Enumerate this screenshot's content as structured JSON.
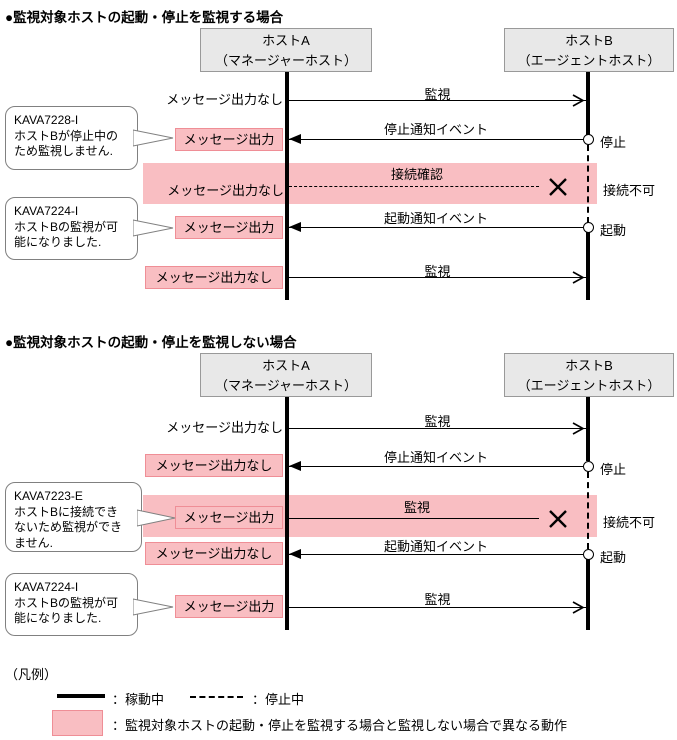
{
  "colors": {
    "pink_fill": "#F9BEC2",
    "pink_border": "#EF8E96",
    "host_fill": "#E8E8E8",
    "host_border": "#999999"
  },
  "diagram1": {
    "title": "●監視対象ホストの起動・停止を監視する場合",
    "hostA": {
      "line1": "ホストA",
      "line2": "（マネージャーホスト）"
    },
    "hostB": {
      "line1": "ホストB",
      "line2": "（エージェントホスト）"
    },
    "rows": [
      {
        "msg": "メッセージ出力なし",
        "arrow_label": "監視"
      },
      {
        "msg": "メッセージ出力",
        "arrow_label": "停止通知イベント",
        "endpoint": "停止"
      },
      {
        "msg": "メッセージ出力なし",
        "arrow_label": "接続確認",
        "note": "接続不可"
      },
      {
        "msg": "メッセージ出力",
        "arrow_label": "起動通知イベント",
        "endpoint": "起動"
      },
      {
        "msg": "メッセージ出力なし",
        "arrow_label": "監視"
      }
    ],
    "callouts": [
      {
        "text": "KAVA7228-I\nホストBが停止中の\nため監視しません."
      },
      {
        "text": "KAVA7224-I\nホストBの監視が可\n能になりました."
      }
    ]
  },
  "diagram2": {
    "title": "●監視対象ホストの起動・停止を監視しない場合",
    "hostA": {
      "line1": "ホストA",
      "line2": "（マネージャーホスト）"
    },
    "hostB": {
      "line1": "ホストB",
      "line2": "（エージェントホスト）"
    },
    "rows": [
      {
        "msg": "メッセージ出力なし",
        "arrow_label": "監視"
      },
      {
        "msg": "メッセージ出力なし",
        "arrow_label": "停止通知イベント",
        "endpoint": "停止"
      },
      {
        "msg": "メッセージ出力",
        "arrow_label": "監視",
        "note": "接続不可"
      },
      {
        "msg": "メッセージ出力なし",
        "arrow_label": "起動通知イベント",
        "endpoint": "起動"
      },
      {
        "msg": "メッセージ出力",
        "arrow_label": "監視"
      }
    ],
    "callouts": [
      {
        "text": "KAVA7223-E\nホストBに接続でき\nないため監視ができ\nません."
      },
      {
        "text": "KAVA7224-I\nホストBの監視が可\n能になりました."
      }
    ]
  },
  "legend": {
    "title": "（凡例）",
    "running_label": "：稼動中",
    "stopped_label": "：停止中",
    "pink_label": "：監視対象ホストの起動・停止を監視する場合と監視しない場合で異なる動作"
  }
}
